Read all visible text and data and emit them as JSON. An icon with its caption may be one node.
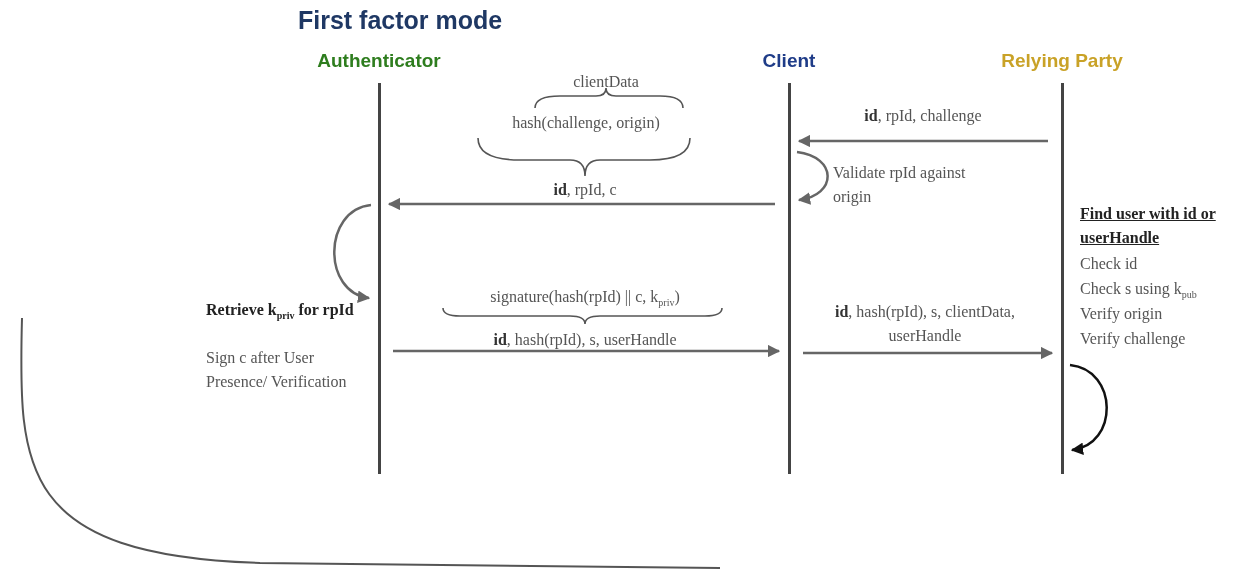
{
  "diagram": {
    "title": "First factor mode",
    "nodes": [
      {
        "text": [
          "Authenticator"
        ]
      },
      {
        "text": [
          "Client"
        ]
      },
      {
        "text": [
          "Relying Party"
        ]
      }
    ],
    "edges": [
      {
        "from": 2,
        "to": 1,
        "arrow": "to",
        "label": "**id**, rpId, challenge"
      },
      {
        "from": 1,
        "to": 1,
        "arrow": "to",
        "label": "Validate rpId against origin"
      },
      {
        "from": 1,
        "to": 0,
        "arrow": "to",
        "label": "**id**, rpId, c"
      },
      {
        "from": 0,
        "to": 0,
        "arrow": "to"
      },
      {
        "from": 0,
        "to": 1,
        "arrow": "to",
        "label": "**id**, hash(rpId), s, userHandle"
      },
      {
        "from": 1,
        "to": 2,
        "arrow": "to",
        "label": "**id**, hash(rpId), s, clientData, userHandle"
      },
      {
        "from": 2,
        "to": 2,
        "arrow": "to",
        "color": "#111111"
      }
    ],
    "labels": [
      "clientData",
      "hash(challenge, origin)",
      "signature(hash(rpId) || c, k$_{priv}$)",
      "Retrieve k$_{priv}$ for rpId",
      "Sign c after User Presence/ Verification",
      "Find user with id or userHandle",
      "Check id",
      "Check s using k$_{pub}$",
      "Verify origin",
      "Verify challenge"
    ]
  }
}
